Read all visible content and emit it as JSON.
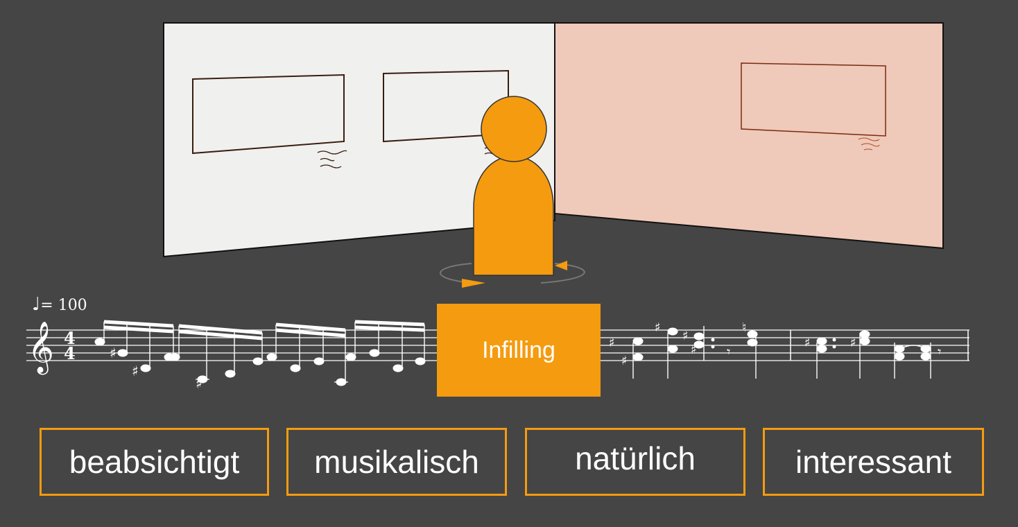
{
  "tempo": {
    "note_symbol": "♩",
    "text": "= 100"
  },
  "infilling_label": "Infilling",
  "criteria": [
    {
      "label": "beabsichtigt"
    },
    {
      "label": "musikalisch"
    },
    {
      "label": "natürlich"
    },
    {
      "label": "interessant"
    }
  ],
  "colors": {
    "background": "#454545",
    "accent": "#f59b0f",
    "wall_left": "#f0f0ee",
    "wall_right": "#efc9b9"
  }
}
